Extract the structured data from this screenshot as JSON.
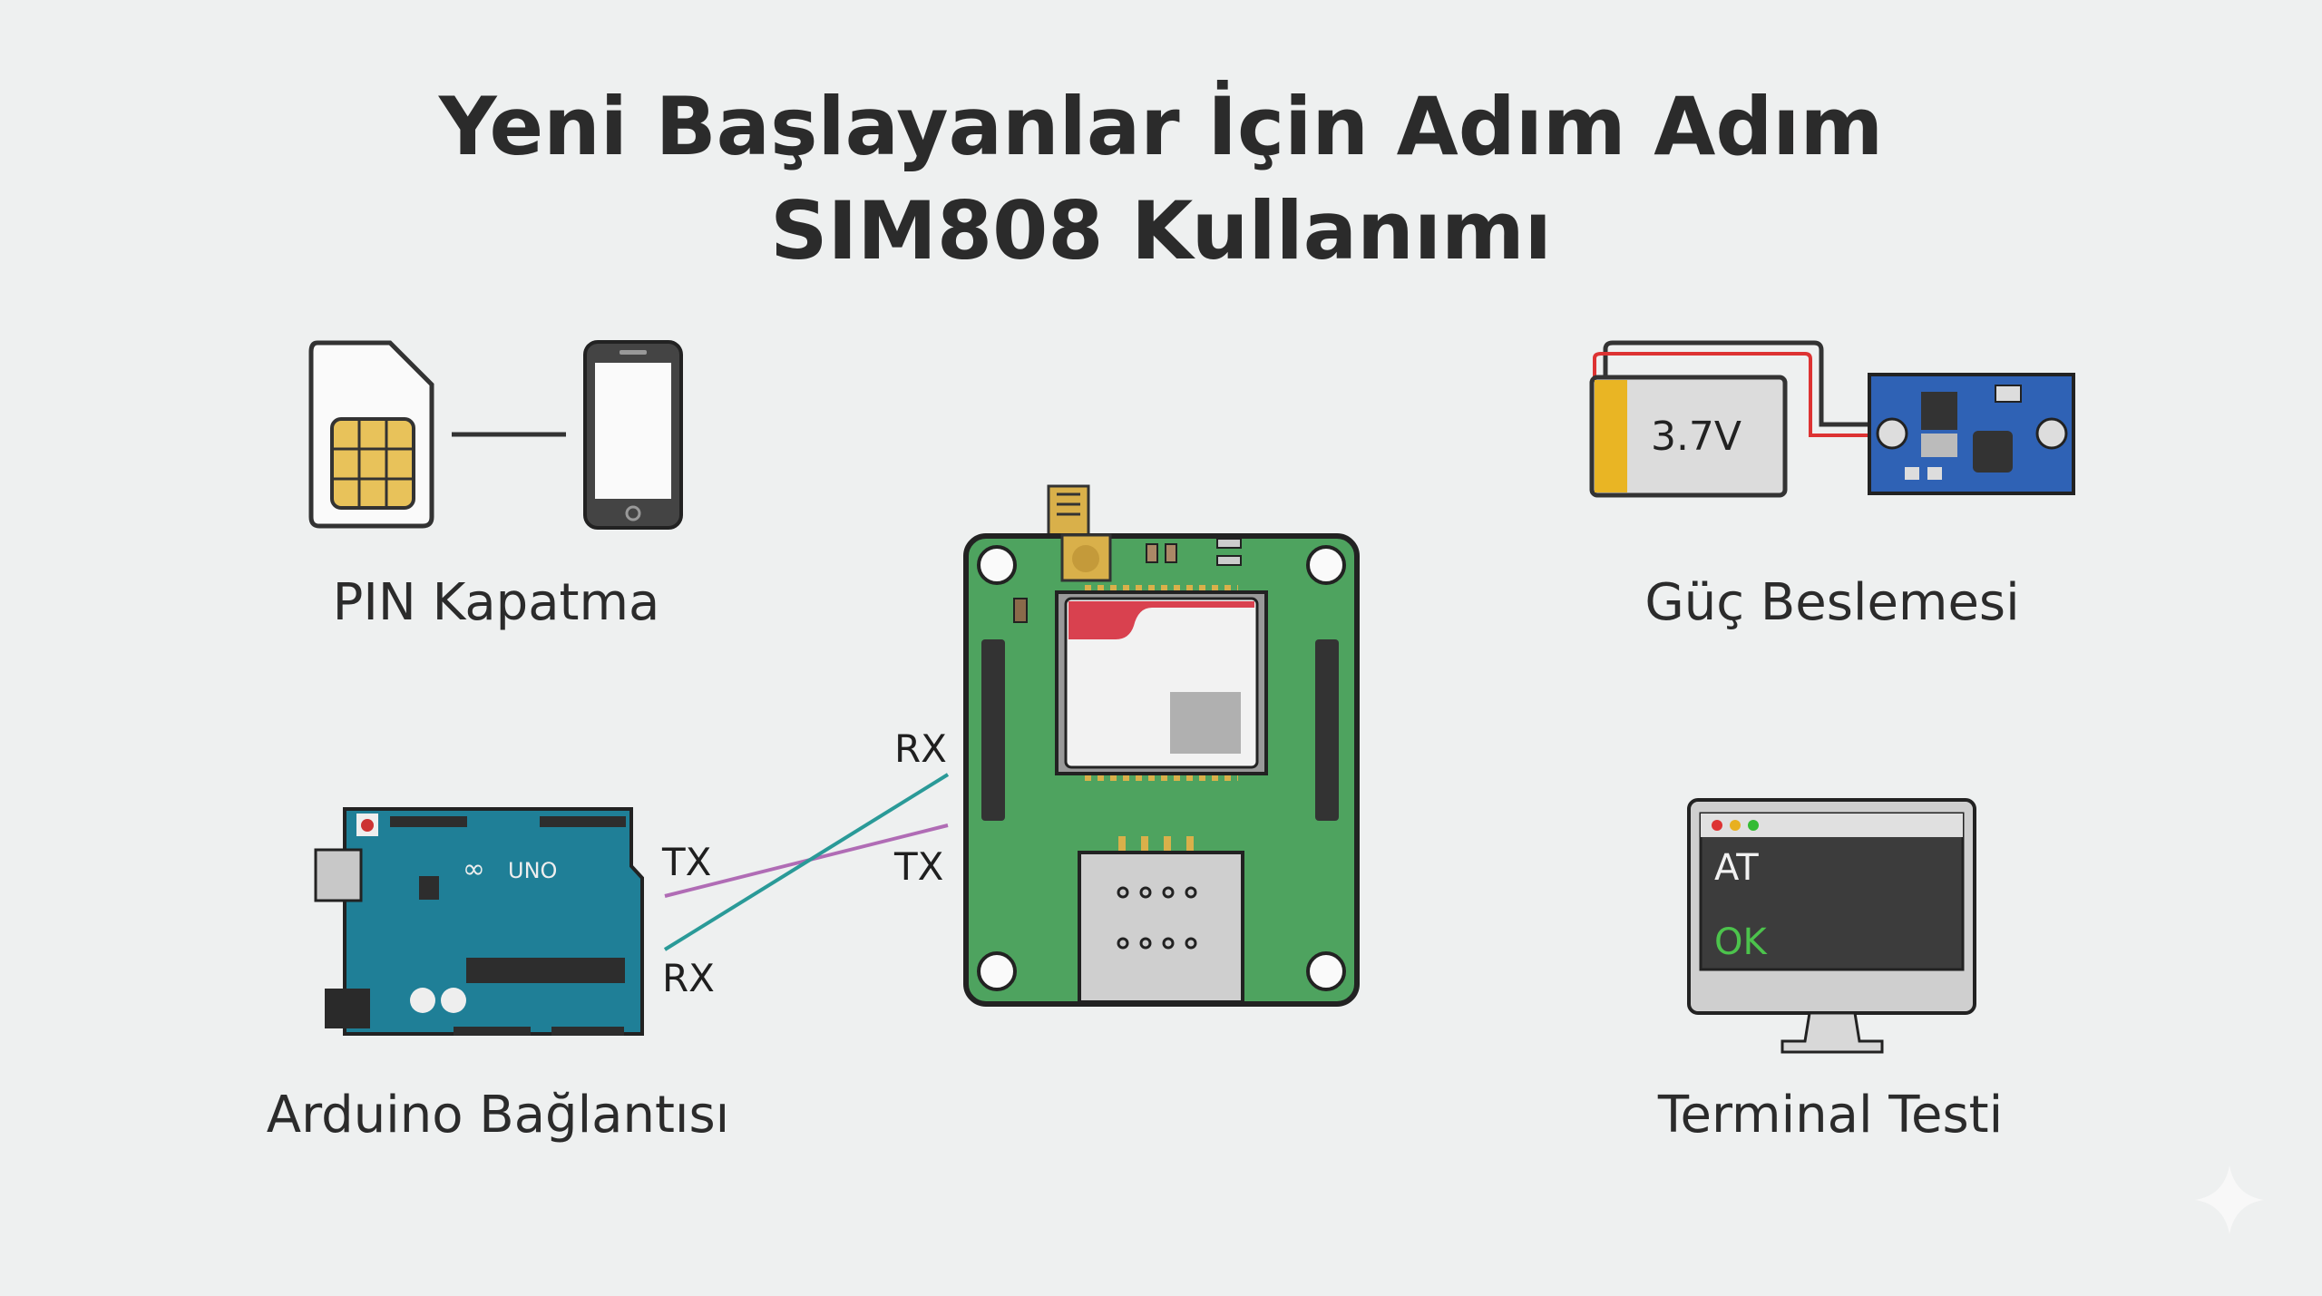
{
  "title": {
    "line1": "Yeni Başlayanlar İçin Adım Adım",
    "line2": "SIM808 Kullanımı"
  },
  "steps": {
    "pin": {
      "label": "PIN Kapatma"
    },
    "power": {
      "label": "Güç Beslemesi",
      "battery_voltage": "3.7V"
    },
    "arduino": {
      "label": "Arduino Bağlantısı",
      "board_logo": "UNO",
      "tx": "TX",
      "rx": "RX"
    },
    "terminal": {
      "label": "Terminal Testi",
      "command": "AT",
      "response": "OK"
    }
  },
  "module": {
    "rx": "RX",
    "tx": "TX"
  },
  "colors": {
    "background": "#eef0f0",
    "pcb_green": "#4ea35f",
    "arduino_teal": "#1f7f97",
    "wire_tx": "#b06cb5",
    "wire_rx": "#2a9a98",
    "ok_green": "#4cc34c",
    "chip_red": "#d9414f"
  }
}
